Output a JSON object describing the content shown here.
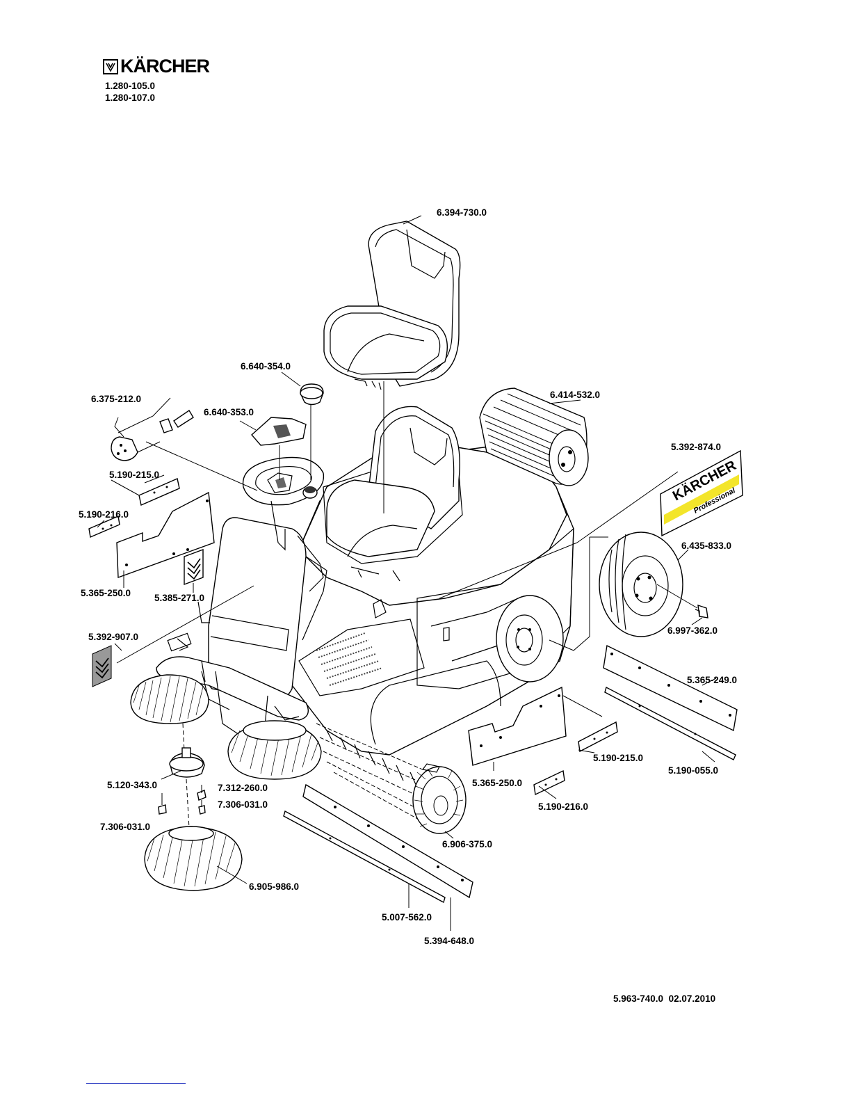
{
  "brand": {
    "logo_text": "KÄRCHER",
    "label_sticker_brand": "KÄRCHER",
    "label_sticker_sub": "Professional",
    "logo_icon": "karcher-emblem-icon"
  },
  "models": [
    "1.280-105.0",
    "1.280-107.0"
  ],
  "parts": {
    "seat": "6.394-730.0",
    "knob": "6.640-354.0",
    "cover": "6.640-353.0",
    "ignition": "6.375-212.0",
    "roller_brush": "6.414-532.0",
    "sticker_professional": "5.392-874.0",
    "flap_holder_left": "5.190-215.0",
    "flap_strip_left": "5.190-216.0",
    "flap_left": "5.365-250.0",
    "sticker_small": "5.385-271.0",
    "wheel": "6.435-833.0",
    "wheel_screw": "6.997-362.0",
    "sticker_side": "5.392-907.0",
    "flap_rear": "5.365-249.0",
    "flap_holder_right": "5.190-215.0",
    "strip_rear": "5.190-055.0",
    "brush_hub": "5.120-343.0",
    "washer": "7.312-260.0",
    "screw_right": "7.306-031.0",
    "screw_left": "7.306-031.0",
    "flap_right": "5.365-250.0",
    "flap_strip_right": "5.190-216.0",
    "main_brush": "6.906-375.0",
    "side_brush": "6.905-986.0",
    "strip_front": "5.007-562.0",
    "flap_front": "5.394-648.0"
  },
  "footer": {
    "doc_code": "5.963-740.0",
    "date": "02.07.2010"
  }
}
